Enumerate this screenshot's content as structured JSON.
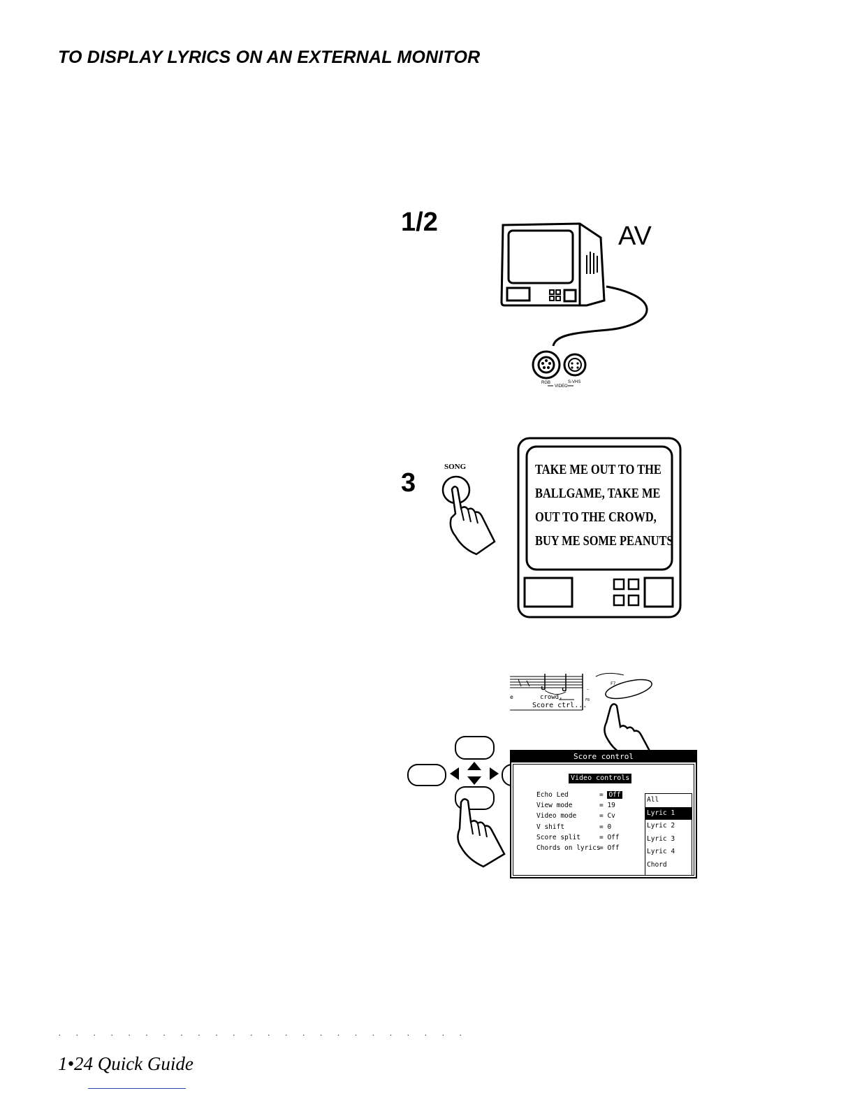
{
  "heading": "TO DISPLAY LYRICS ON AN EXTERNAL MONITOR",
  "steps": {
    "step_1_2": "1/2",
    "step_3": "3"
  },
  "monitor": {
    "av_label": "AV",
    "rgb_label": "RGB",
    "svhs_label": "S-VHS",
    "video_label": "VIDEO"
  },
  "song_button": {
    "label": "SONG"
  },
  "lyrics": [
    "TAKE ME OUT TO THE",
    "BALLGAME, TAKE ME",
    "OUT TO THE CROWD,",
    "BUY ME SOME PEANUTS"
  ],
  "score_strip": {
    "lyric": "crowd,",
    "e_label": "e",
    "button": "Score ctrl...",
    "f7_label": "F7",
    "f8_label": "F8"
  },
  "score_control": {
    "title": "Score control",
    "section": "Video controls",
    "rows": [
      {
        "label": "Echo Led",
        "value": "Off"
      },
      {
        "label": "View mode",
        "value": "19"
      },
      {
        "label": "Video mode",
        "value": "Cv"
      },
      {
        "label": "V shift",
        "value": "0"
      },
      {
        "label": "Score split",
        "value": "Off"
      },
      {
        "label": "Chords on lyrics",
        "value": "Off"
      }
    ],
    "options": [
      "All",
      "Lyric 1",
      "Lyric 2",
      "Lyric 3",
      "Lyric 4",
      "Chord"
    ],
    "selected_option": "Lyric 1"
  },
  "footer": {
    "dots": "· · · · · · · · · · · · · · · · · · · · · · · ·",
    "page": "1•24  Quick Guide"
  }
}
